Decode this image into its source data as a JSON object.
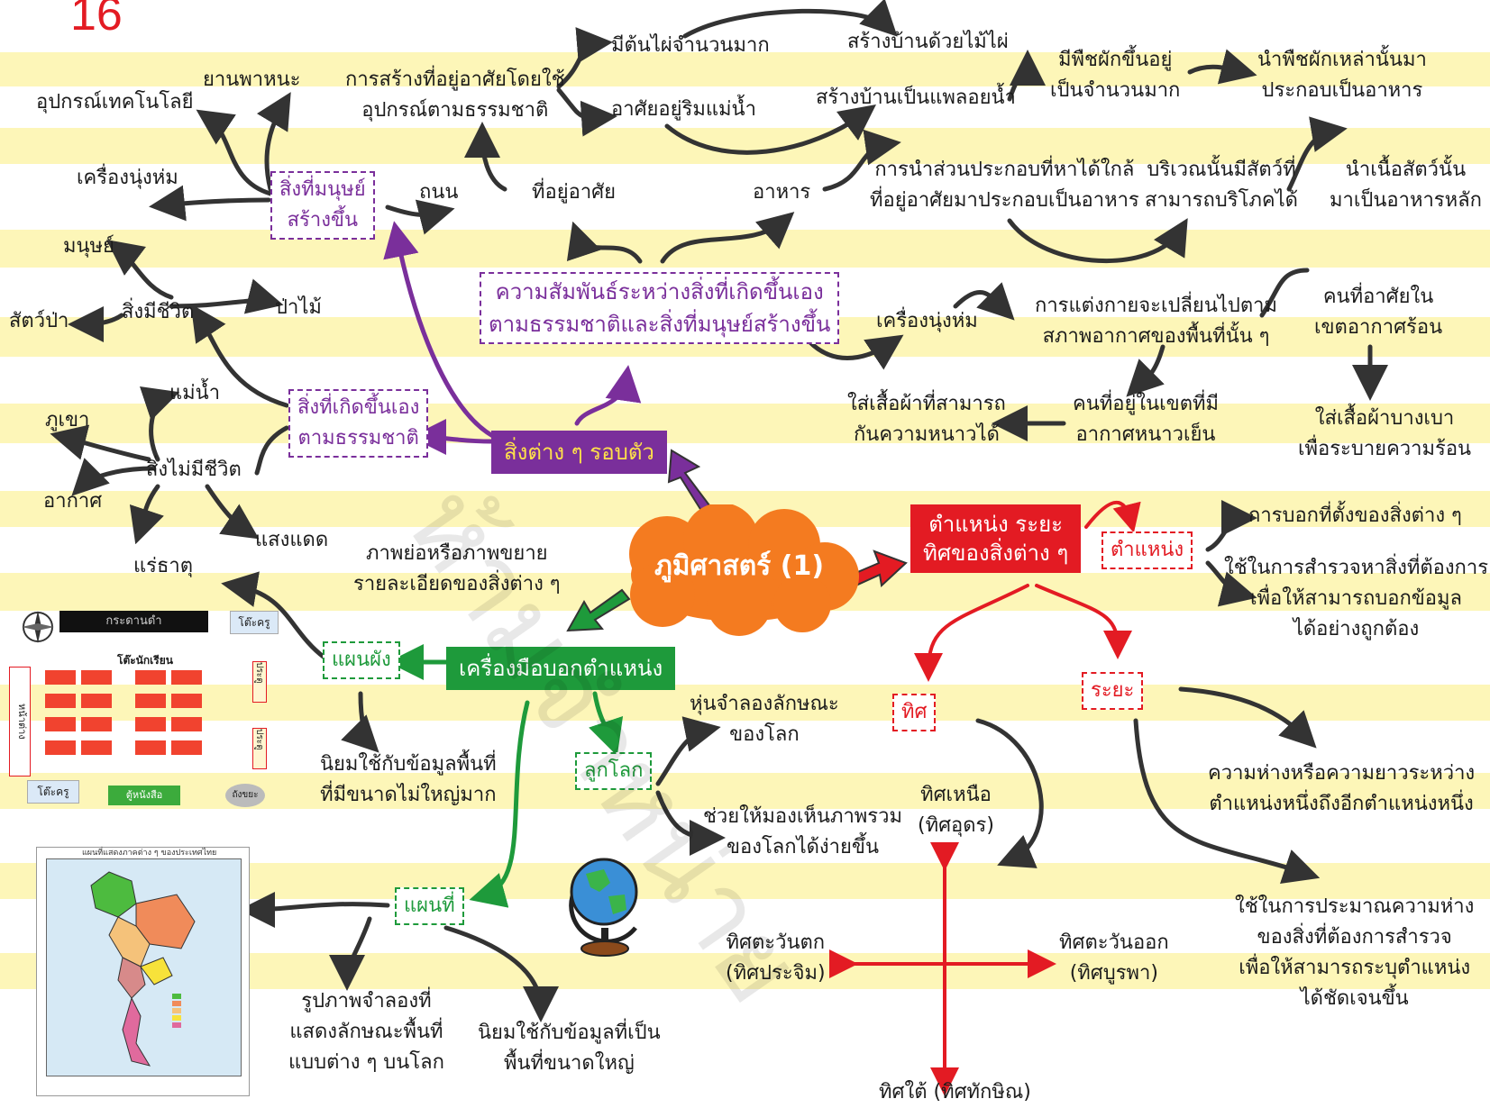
{
  "page_number": "16",
  "colors": {
    "central": "#f47b20",
    "purple": "#7a2f9b",
    "green": "#1e9a3b",
    "red": "#e31b23",
    "stripe": "#fdf6b8"
  },
  "central": "ภูมิศาสตร์ (1)",
  "surroundings": {
    "banner": "สิ่งต่าง ๆ รอบตัว",
    "relation": "ความสัมพันธ์ระหว่างสิ่งที่เกิดขึ้นเอง\nตามธรรมชาติและสิ่งที่มนุษย์สร้างขึ้น",
    "human_made": "สิ่งที่มนุษย์\nสร้างขึ้น",
    "human_made_items": [
      "ยานพาหนะ",
      "อุปกรณ์เทคโนโลยี",
      "เครื่องนุ่งห่ม",
      "ถนน"
    ],
    "natural": "สิ่งที่เกิดขึ้นเอง\nตามธรรมชาติ",
    "living": "สิ่งมีชีวิต",
    "living_items": [
      "มนุษย์",
      "สัตว์ป่า",
      "ป่าไม้"
    ],
    "nonliving": "สิ่งไม่มีชีวิต",
    "nonliving_items": [
      "แม่น้ำ",
      "ภูเขา",
      "อากาศ",
      "แร่ธาตุ",
      "แสงแดด"
    ],
    "housing": "ที่อยู่อาศัย",
    "housing_build": "การสร้างที่อยู่อาศัยโดยใช้\nอุปกรณ์ตามธรรมชาติ",
    "bamboo": "มีต้นไผ่จำนวนมาก",
    "bamboo_house": "สร้างบ้านด้วยไม้ไผ่",
    "river": "อาศัยอยู่ริมแม่น้ำ",
    "raft_house": "สร้างบ้านเป็นแพลอยน้ำ",
    "food": "อาหาร",
    "food_nearby": "การนำส่วนประกอบที่หาได้ใกล้\nที่อยู่อาศัยมาประกอบเป็นอาหาร",
    "veg": "มีพืชผักขึ้นอยู่\nเป็นจำนวนมาก",
    "veg_food": "นำพืชผักเหล่านั้นมา\nประกอบเป็นอาหาร",
    "animals": "บริเวณนั้นมีสัตว์ที่\nสามารถบริโภคได้",
    "meat": "นำเนื้อสัตว์นั้น\nมาเป็นอาหารหลัก",
    "clothing": "เครื่องนุ่งห่ม",
    "clothing_change": "การแต่งกายจะเปลี่ยนไปตาม\nสภาพอากาศของพื้นที่นั้น ๆ",
    "hot_people": "คนที่อาศัยใน\nเขตอากาศร้อน",
    "thin_clothes": "ใส่เสื้อผ้าบางเบา\nเพื่อระบายความร้อน",
    "cold_people": "คนที่อยู่ในเขตที่มี\nอากาศหนาวเย็น",
    "warm_clothes": "ใส่เสื้อผ้าที่สามารถ\nกันความหนาวได้"
  },
  "tools": {
    "banner": "เครื่องมือบอกตำแหน่ง",
    "plan": "แผนผัง",
    "plan_desc": "ภาพย่อหรือภาพขยาย\nรายละเอียดของสิ่งต่าง ๆ",
    "plan_use": "นิยมใช้กับข้อมูลพื้นที่\nที่มีขนาดไม่ใหญ่มาก",
    "globe": "ลูกโลก",
    "globe_desc1": "หุ่นจำลองลักษณะ\nของโลก",
    "globe_desc2": "ช่วยให้มองเห็นภาพรวม\nของโลกได้ง่ายขึ้น",
    "map": "แผนที่",
    "map_desc": "รูปภาพจำลองที่\nแสดงลักษณะพื้นที่\nแบบต่าง ๆ บนโลก",
    "map_use": "นิยมใช้กับข้อมูลที่เป็น\nพื้นที่ขนาดใหญ่",
    "classroom_labels": [
      "กระดานดำ",
      "โต๊ะครู",
      "โต๊ะนักเรียน",
      "หน้าต่าง",
      "ประตู",
      "ประตู",
      "โต๊ะครู",
      "ตู้หนังสือ",
      "ถังขยะ"
    ],
    "map_title": "แผนที่แสดงภาคต่าง ๆ ของประเทศไทย"
  },
  "position": {
    "banner": "ตำแหน่ง ระยะ\nทิศของสิ่งต่าง ๆ",
    "location": "ตำแหน่ง",
    "location_desc1": "การบอกที่ตั้งของสิ่งต่าง ๆ",
    "location_desc2": "ใช้ในการสำรวจหาสิ่งที่ต้องการ\nเพื่อให้สามารถบอกข้อมูล\nได้อย่างถูกต้อง",
    "distance": "ระยะ",
    "distance_desc1": "ความห่างหรือความยาวระหว่าง\nตำแหน่งหนึ่งถึงอีกตำแหน่งหนึ่ง",
    "distance_desc2": "ใช้ในการประมาณความห่าง\nของสิ่งที่ต้องการสำรวจ\nเพื่อให้สามารถระบุตำแหน่ง\nได้ชัดเจนขึ้น",
    "direction": "ทิศ",
    "north": "ทิศเหนือ\n(ทิศอุดร)",
    "south": "ทิศใต้ (ทิศทักษิณ)",
    "east": "ทิศตะวันออก\n(ทิศบูรพา)",
    "west": "ทิศตะวันตก\n(ทิศประจิม)"
  },
  "watermark": "ห้ามจำหน่าย"
}
